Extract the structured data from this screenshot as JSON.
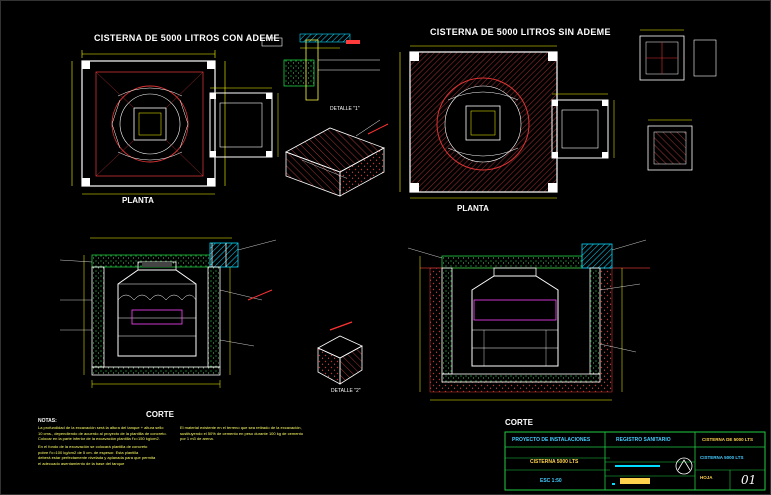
{
  "drawing": {
    "left_title": "CISTERNA DE 5000 LITROS CON ADEME",
    "right_title": "CISTERNA DE 5000 LITROS SIN ADEME",
    "view_labels": {
      "planta_left": "PLANTA",
      "planta_right": "PLANTA",
      "corte_left": "CORTE",
      "corte_right": "CORTE"
    },
    "details": {
      "detalle_1": "DETALLE \"1\"",
      "detalle_2": "DETALLE \"2\""
    },
    "notes": {
      "heading": "NOTAS:",
      "lines": [
        "La profundidad de la excavación será la altura del tanque + altura sello",
        "10 cms., dependiendo de acuerdo al proyecto de la plantilla de concreto.",
        "Colocar en la parte inferior de la excavación plantilla f'c=150 kg/cm2.",
        "En el fondo de la excavación se colocará plantilla de concreto",
        "pobre f'c=100 kg/cm2 de 5 cm. de espesor. Esta plantilla",
        "deberá estar perfectamente nivelada y aplanada para que permita",
        "el adecuado asentamiento de la base del tanque"
      ],
      "mid_lines": [
        "El material existente en el terreno que sea retirado de la excavación,",
        "sustituyendo el 50% de cemento en peso durante 100 kg de cemento",
        "por 1 m3 de arena."
      ]
    },
    "colors": {
      "background": "#000000",
      "frame": "#ffffff",
      "wall": "#ffffff",
      "dims": "#ffff00",
      "accent_red": "#ff3b3b",
      "accent_cyan": "#00e5ff",
      "accent_green": "#22dd55",
      "accent_magenta": "#ff44ff"
    }
  },
  "title_block": {
    "field_1": "PROYECTO DE INSTALACIONES",
    "field_2": "REGISTRO SANITARIO",
    "field_3": "CISTERNA 5000 LTS",
    "scale_label": "ESC 1:50",
    "sheet_id": "01",
    "sheet_caption": "CISTERNA 5000 LTS",
    "project_title": "CISTERNA DE 5000 LTS",
    "code_label": "HOJA"
  }
}
